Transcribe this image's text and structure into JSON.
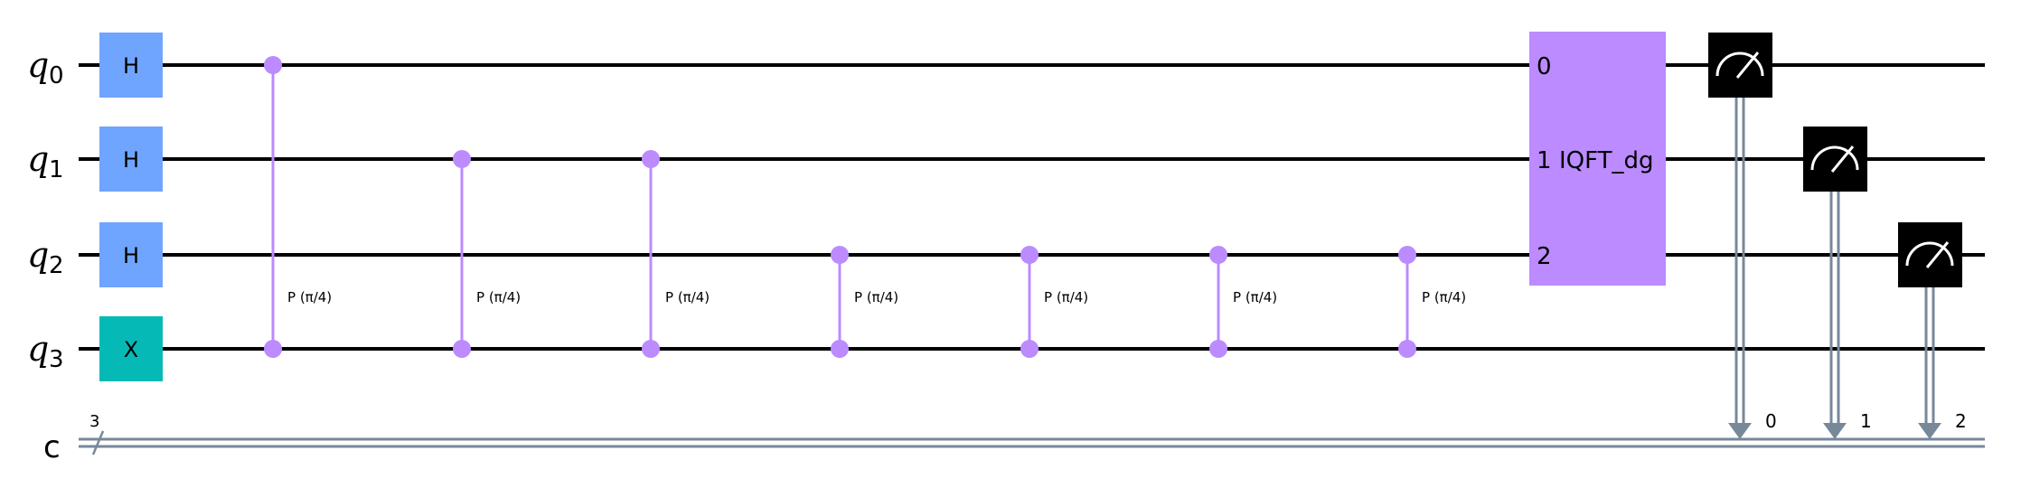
{
  "qubits": [
    {
      "name": "q",
      "index": "0"
    },
    {
      "name": "q",
      "index": "1"
    },
    {
      "name": "q",
      "index": "2"
    },
    {
      "name": "q",
      "index": "3"
    }
  ],
  "classical": {
    "name": "c",
    "size": "3"
  },
  "single_gates": [
    {
      "label": "H",
      "qubit": 0,
      "color": "#6fa4ff"
    },
    {
      "label": "H",
      "qubit": 1,
      "color": "#6fa4ff"
    },
    {
      "label": "H",
      "qubit": 2,
      "color": "#6fa4ff"
    },
    {
      "label": "X",
      "qubit": 3,
      "color": "#05bab6"
    }
  ],
  "controlled_phase": [
    {
      "label": "P (π/4)",
      "qubits": [
        0,
        3
      ]
    },
    {
      "label": "P (π/4)",
      "qubits": [
        1,
        3
      ]
    },
    {
      "label": "P (π/4)",
      "qubits": [
        1,
        3
      ]
    },
    {
      "label": "P (π/4)",
      "qubits": [
        2,
        3
      ]
    },
    {
      "label": "P (π/4)",
      "qubits": [
        2,
        3
      ]
    },
    {
      "label": "P (π/4)",
      "qubits": [
        2,
        3
      ]
    },
    {
      "label": "P (π/4)",
      "qubits": [
        2,
        3
      ]
    }
  ],
  "iqft": {
    "label": "IQFT_dg",
    "ports": [
      "0",
      "1",
      "2"
    ],
    "color": "#bb8bff"
  },
  "measurements": [
    {
      "qubit": 0,
      "bit": "0"
    },
    {
      "qubit": 1,
      "bit": "1"
    },
    {
      "qubit": 2,
      "bit": "2"
    }
  ],
  "colors": {
    "cphase": "#bb8bff",
    "classical": "#778899",
    "wire": "#000000",
    "measure": "#000000"
  }
}
